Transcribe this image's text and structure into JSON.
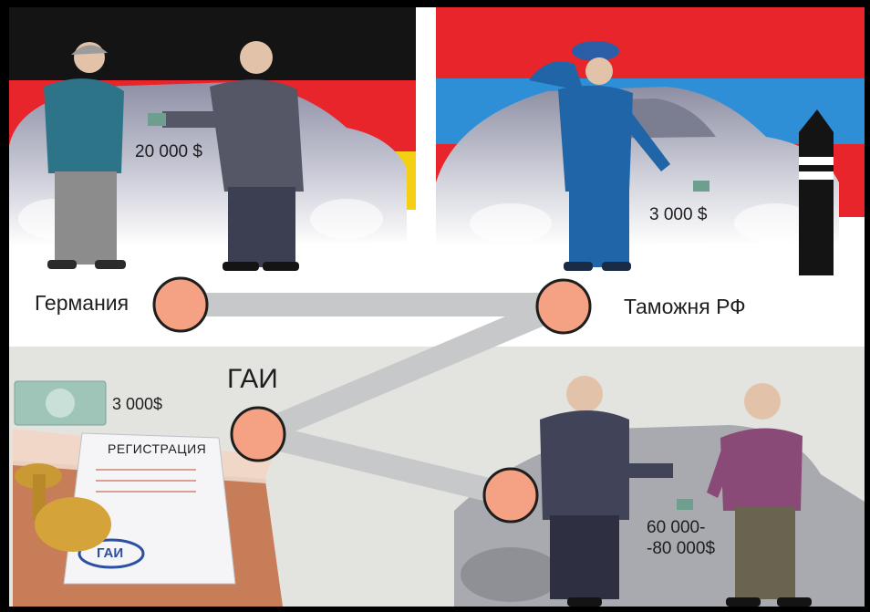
{
  "labels": {
    "germany": "Германия",
    "customs": "Таможня РФ",
    "gai": "ГАИ"
  },
  "amounts": {
    "germany_bribe": "20 000 $",
    "customs_bribe": "3 000 $",
    "gai_bribe": "3 000$",
    "sale_line1": "60 000-",
    "sale_line2": "-80 000$"
  },
  "document": {
    "title": "РЕГИСТРАЦИЯ",
    "stamp_text": "ГАИ"
  },
  "colors": {
    "route_line": "#c6c8ca",
    "node_fill": "#f4a184",
    "node_stroke": "#1e1e1e",
    "flag_black": "#141414",
    "flag_red": "#e8252a",
    "flag_gold": "#f5cf14",
    "ru_white": "#ffffff",
    "ru_blue": "#2f8fd6",
    "ru_red": "#e8252a"
  }
}
